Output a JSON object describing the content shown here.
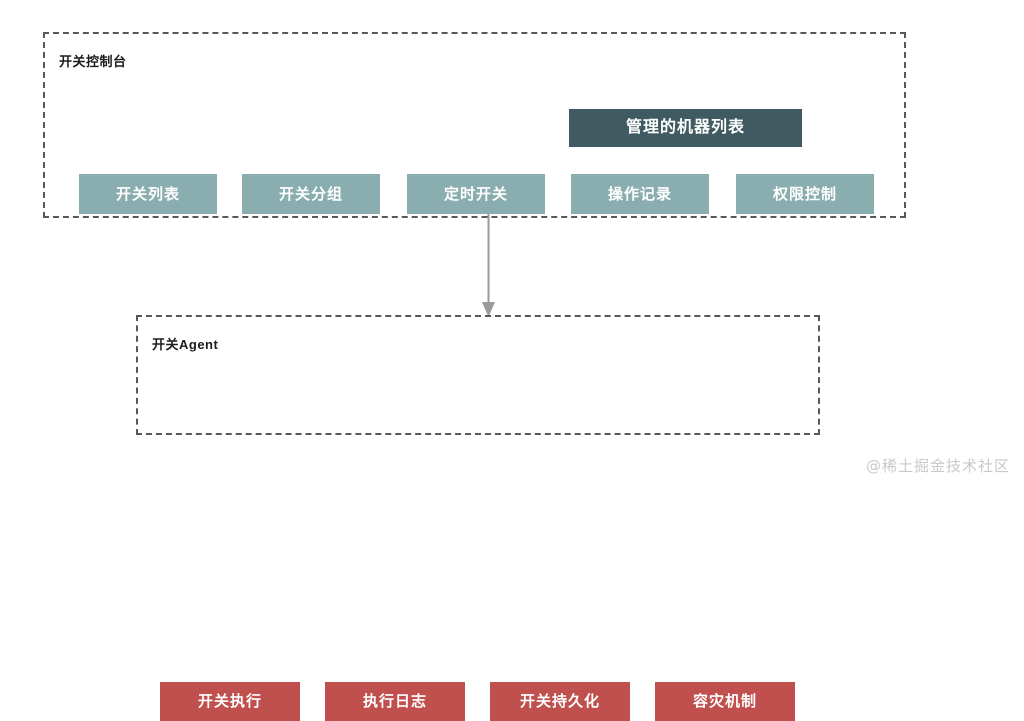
{
  "diagram": {
    "title_hidden": "",
    "colors": {
      "dark_slate": "#3f5a61",
      "teal": "#8aadaf",
      "red": "#c0504d",
      "dashed_border": "#585858",
      "arrow": "#9a9a9a",
      "watermark": "#c9c9c9",
      "background": "#ffffff"
    },
    "groups": [
      {
        "id": "console",
        "label": "开关控制台",
        "header_node": {
          "label": "管理的机器列表",
          "style": "dark"
        },
        "nodes": [
          {
            "label": "开关列表",
            "style": "teal"
          },
          {
            "label": "开关分组",
            "style": "teal"
          },
          {
            "label": "定时开关",
            "style": "teal"
          },
          {
            "label": "操作记录",
            "style": "teal"
          },
          {
            "label": "权限控制",
            "style": "teal"
          }
        ]
      },
      {
        "id": "agent",
        "label": "开关Agent",
        "nodes": [
          {
            "label": "开关执行",
            "style": "red"
          },
          {
            "label": "执行日志",
            "style": "red"
          },
          {
            "label": "开关持久化",
            "style": "red"
          },
          {
            "label": "容灾机制",
            "style": "red"
          }
        ]
      }
    ],
    "connector": {
      "from": "console",
      "to": "agent",
      "direction": "down",
      "arrowhead": "filled-triangle"
    },
    "watermark": "@稀土掘金技术社区"
  }
}
